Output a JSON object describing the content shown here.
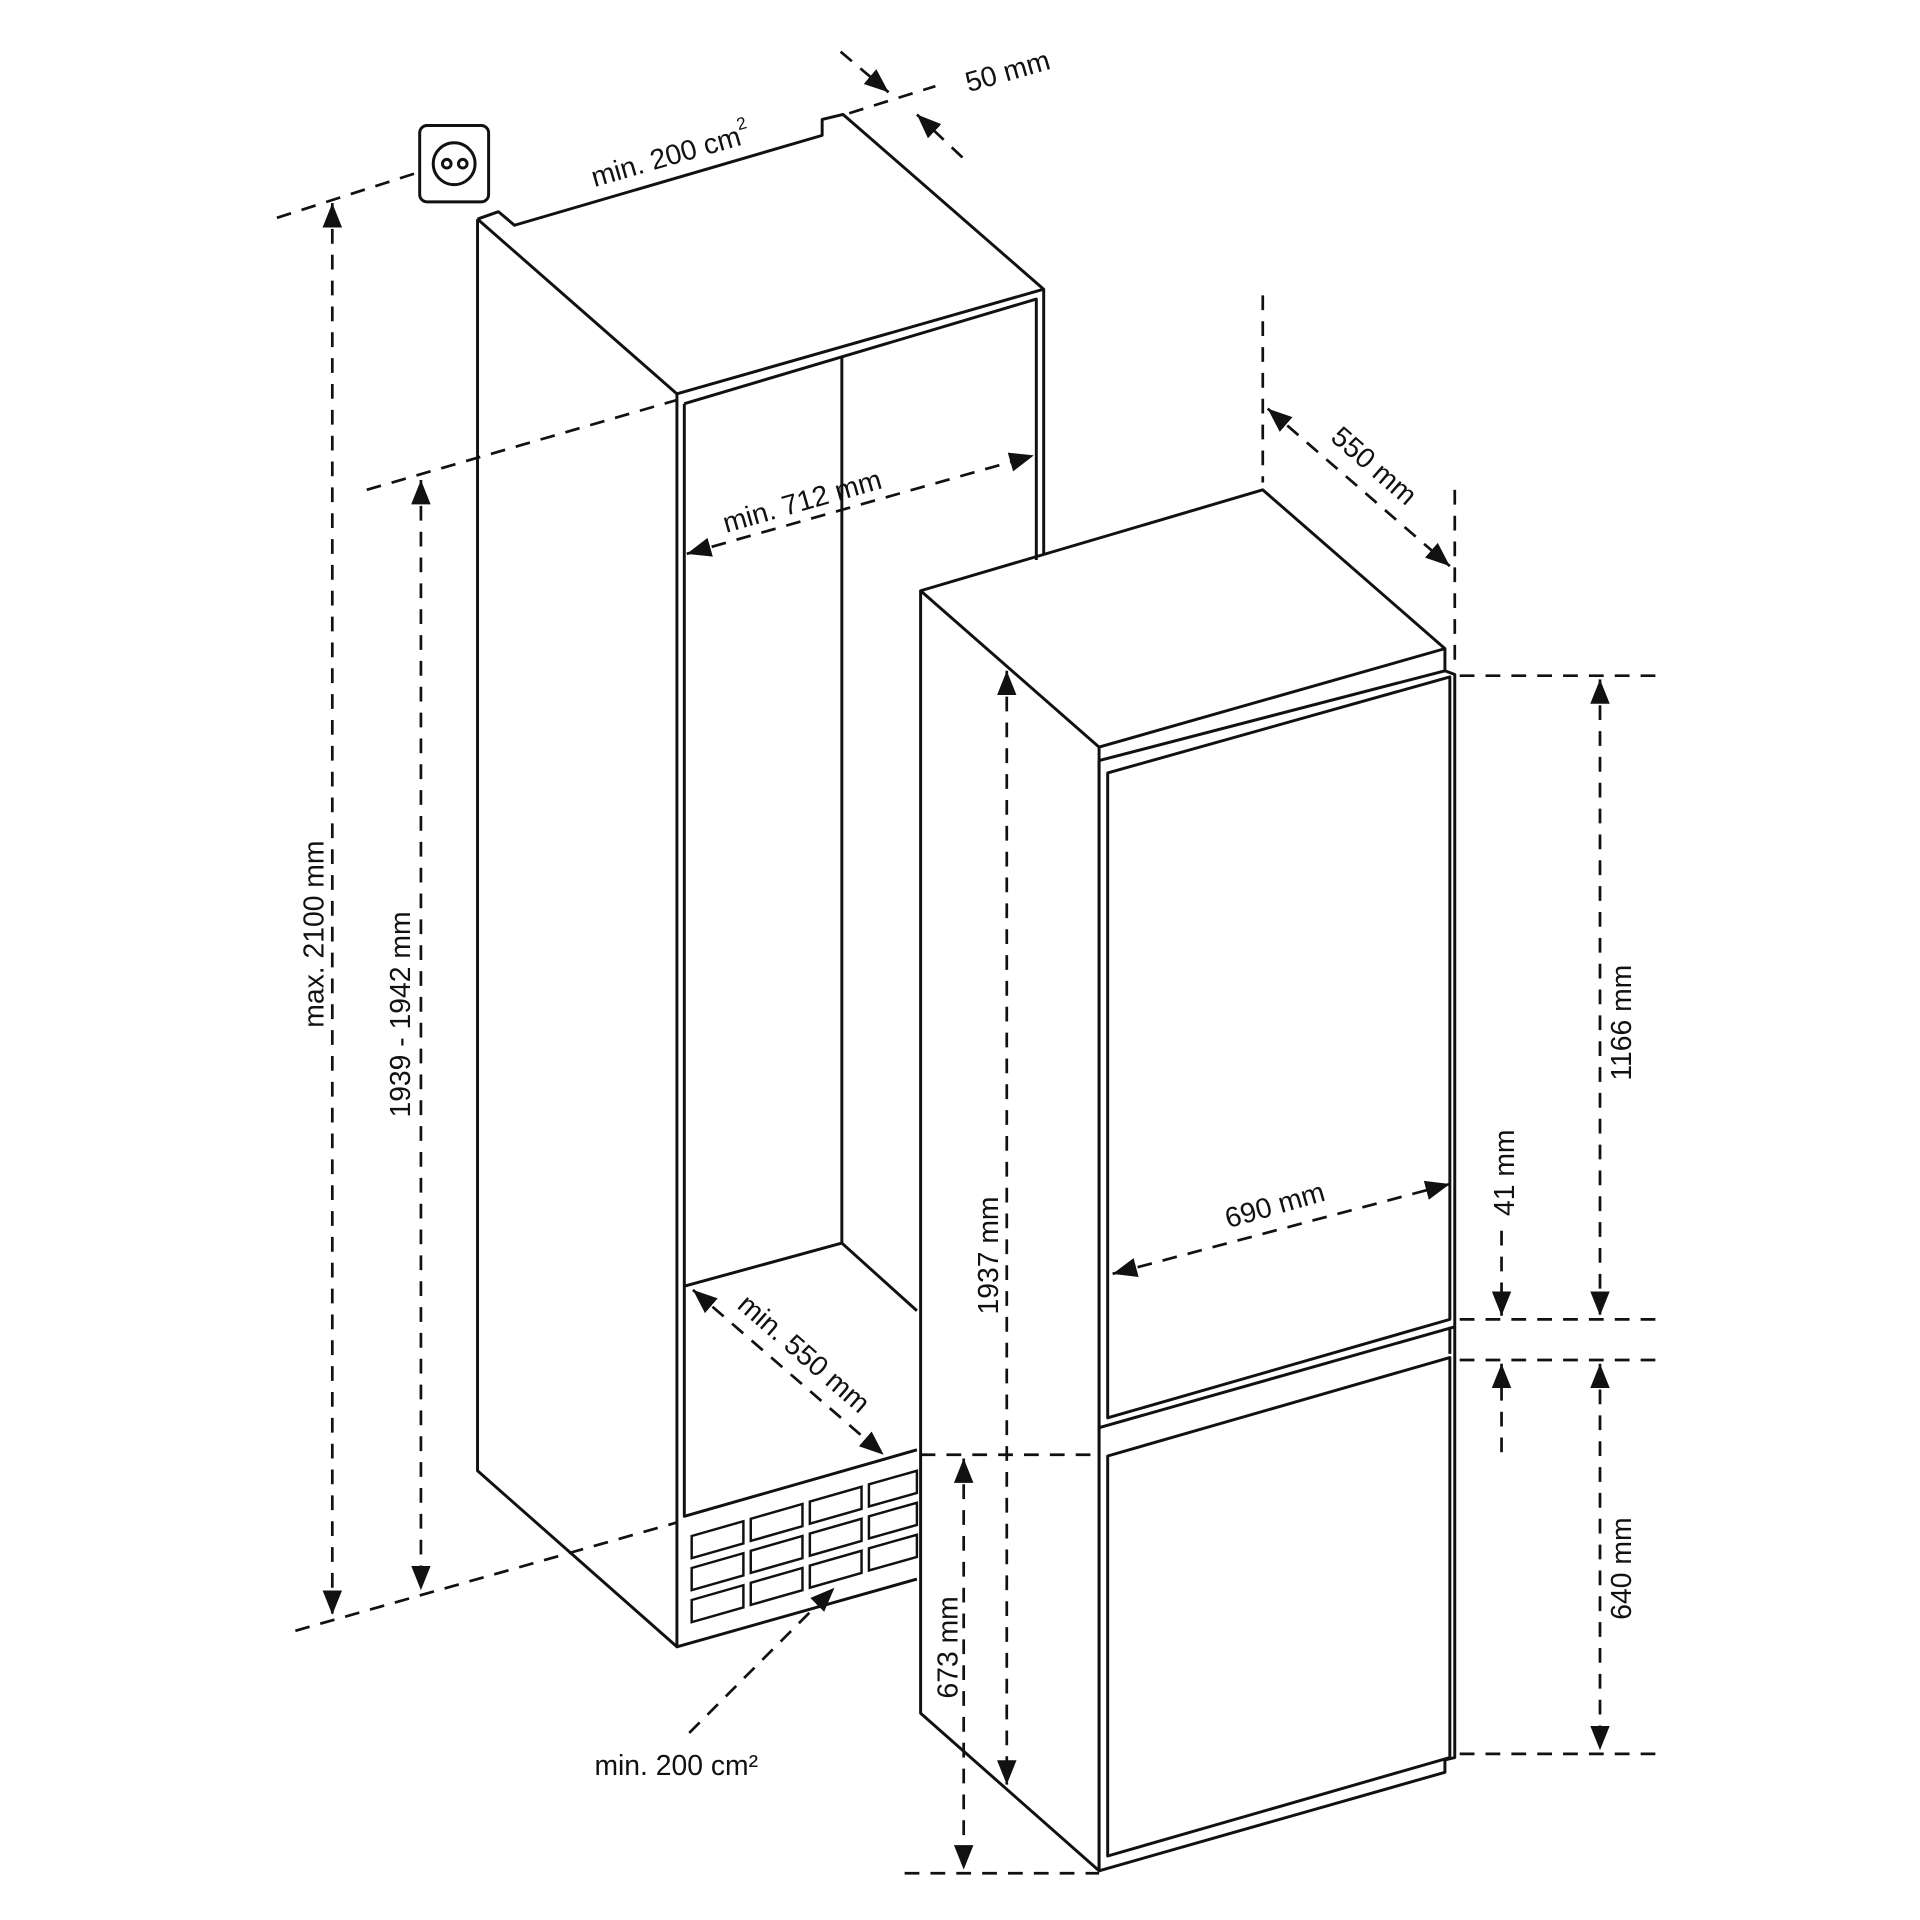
{
  "labels": {
    "vent_top": "min. 200 cm",
    "vent_top_sup": "2",
    "gap_top": "50 mm",
    "max_height": "max. 2100 mm",
    "niche_height": "1939 - 1942 mm",
    "niche_width": "min. 712 mm",
    "niche_depth": "min. 550 mm",
    "vent_bottom": "min. 200 cm²",
    "depth": "550 mm",
    "height": "1937 mm",
    "width": "690 mm",
    "upper_door": "1166 mm",
    "gap": "41 mm",
    "lower_door": "640 mm",
    "lower_height": "673 mm"
  },
  "icons": [
    "power-socket-icon"
  ],
  "colors": {
    "line": "#111111",
    "background": "#ffffff"
  }
}
